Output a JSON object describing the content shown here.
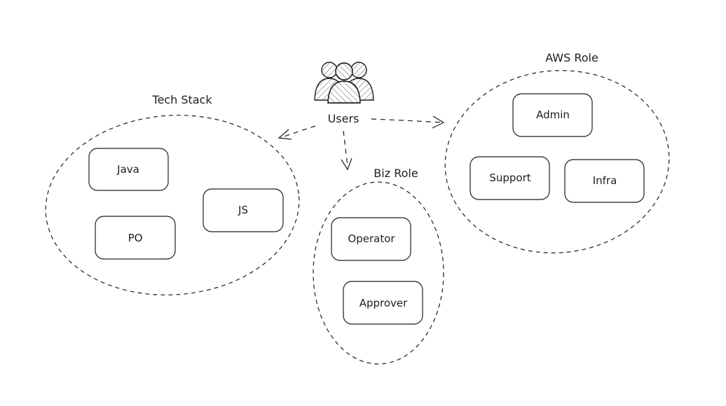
{
  "users": {
    "label": "Users",
    "icon": "users-group-icon"
  },
  "groups": {
    "tech_stack": {
      "label": "Tech Stack",
      "items": [
        "Java",
        "JS",
        "PO"
      ]
    },
    "biz_role": {
      "label": "Biz Role",
      "items": [
        "Operator",
        "Approver"
      ]
    },
    "aws_role": {
      "label": "AWS Role",
      "items": [
        "Admin",
        "Support",
        "Infra"
      ]
    }
  },
  "colors": {
    "stroke": "#1e1e1e",
    "background": "#ffffff"
  }
}
